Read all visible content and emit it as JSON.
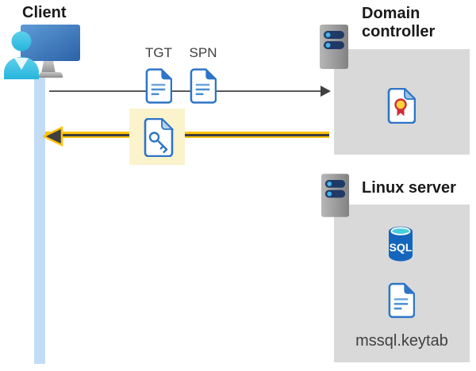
{
  "client": {
    "label": "Client"
  },
  "tickets": {
    "tgt_label": "TGT",
    "spn_label": "SPN"
  },
  "domain_controller": {
    "label": "Domain controller"
  },
  "linux_server": {
    "label": "Linux server",
    "sql_icon_text": "SQL",
    "keytab_label": "mssql.keytab"
  },
  "colors": {
    "document_blue": "#2e75c7",
    "document_line_blue": "#5b9bd5",
    "request_arrow_gray": "#595959",
    "response_arrow_yellow": "#ffc20e",
    "response_arrow_core": "#3d3d3d",
    "highlight_yellow": "#faf3cc",
    "zone_gray": "#d9d9d9",
    "sql_body_blue": "#1465bc",
    "sql_top_cyan": "#45cede",
    "certificate_red": "#cf2e36",
    "certificate_yellow": "#ffd23b",
    "person_cyan": "#35c3e8",
    "client_bar_blue": "#c3dcf6",
    "server_bar_navy": "#1f3a67",
    "server_dot_blue": "#45b5e8",
    "text_dark": "#404040"
  }
}
